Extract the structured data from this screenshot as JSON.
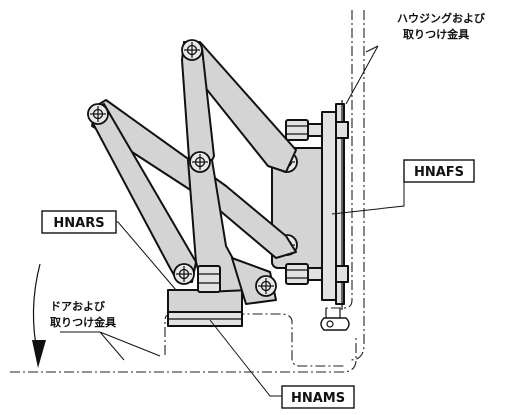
{
  "labels": {
    "hnafs": "HNAFS",
    "hnars": "HNARS",
    "hnams": "HNAMS"
  },
  "notes": {
    "housing_line1": "ハウジングおよび",
    "housing_line2": "取りつけ金具",
    "door_line1": "ドアおよび",
    "door_line2": "取りつけ金具"
  },
  "icons": {
    "pivot": "pivot-circle-crosshair-icon",
    "bolt": "hex-bolt-icon",
    "arrow": "downward-arrow-icon"
  }
}
